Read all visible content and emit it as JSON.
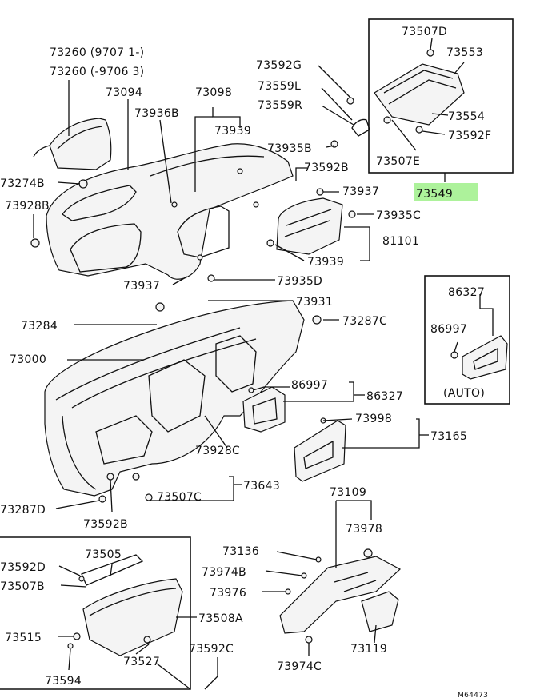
{
  "figure_code": "M64473",
  "labels": {
    "p73260_a": "73260 (9707 1-)",
    "p73260_b": "73260 (-9706 3)",
    "p73094": "73094",
    "p73098": "73098",
    "p73936B": "73936B",
    "p73939_top": "73939",
    "p73274B": "73274B",
    "p73928B": "73928B",
    "p73592G": "73592G",
    "p73559L": "73559L",
    "p73559R": "73559R",
    "p73935B": "73935B",
    "p73592B_top": "73592B",
    "p73507D": "73507D",
    "p73553": "73553",
    "p73554": "73554",
    "p73592F": "73592F",
    "p73507E": "73507E",
    "p73549": "73549",
    "p73937_right": "73937",
    "p73935C": "73935C",
    "p81101": "81101",
    "p73939_mid": "73939",
    "p73937_left": "73937",
    "p73935D": "73935D",
    "p73931": "73931",
    "p73284": "73284",
    "p73287C": "73287C",
    "p86327_box": "86327",
    "p86997_box": "86997",
    "p_auto": "(AUTO)",
    "p73000": "73000",
    "p86997": "86997",
    "p86327": "86327",
    "p73998": "73998",
    "p73165": "73165",
    "p73928C": "73928C",
    "p73643": "73643",
    "p73507C": "73507C",
    "p73287D": "73287D",
    "p73592B_low": "73592B",
    "p73109": "73109",
    "p73978": "73978",
    "p73136": "73136",
    "p73974B": "73974B",
    "p73976": "73976",
    "p73505": "73505",
    "p73592D": "73592D",
    "p73507B": "73507B",
    "p73508A": "73508A",
    "p73515": "73515",
    "p73527": "73527",
    "p73594": "73594",
    "p73592C": "73592C",
    "p73974C": "73974C",
    "p73119": "73119"
  },
  "highlight_color": "#9ff08a"
}
